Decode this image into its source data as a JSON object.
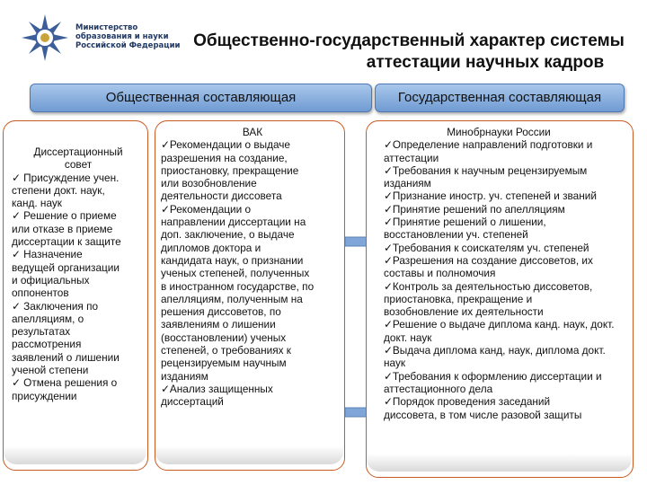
{
  "ministry": {
    "logo_lines": [
      "Министерство",
      "образования и науки",
      "Российской Федерации"
    ]
  },
  "title": {
    "line1": "Общественно-государственный характер системы",
    "line2": "аттестации научных кадров"
  },
  "headers": {
    "left": "Общественная составляющая",
    "right": "Государственная составляющая"
  },
  "panels": {
    "council": {
      "title_lines": [
        "Диссертационный",
        "совет"
      ],
      "lines": [
        "✓  Присуждение учен.",
        "степени докт. наук,",
        "канд. наук",
        "✓  Решение о приеме",
        "или отказе в приеме",
        "диссертации к защите",
        "✓  Назначение",
        "ведущей организации",
        "и официальных",
        "оппонентов",
        "✓  Заключения по",
        "апелляциям, о",
        "результатах",
        "рассмотрения",
        "заявлений о лишении",
        "ученой степени",
        "✓  Отмена решения о",
        "присуждении"
      ]
    },
    "vak": {
      "title": "ВАК",
      "lines": [
        "✓Рекомендации о выдаче",
        "разрешения на создание,",
        "приостановку, прекращение",
        "или возобновление",
        "деятельности диссовета",
        "✓Рекомендации о",
        "направлении диссертации на",
        "доп. заключение, о выдаче",
        "дипломов доктора и",
        "кандидата наук, о признании",
        "ученых степеней, полученных",
        "в иностранном государстве, по",
        "апелляциям, полученным на",
        "решения диссоветов, по",
        "заявлениям о лишении",
        "(восстановлении) ученых",
        "степеней, о требованиях к",
        "рецензируемым научным",
        "изданиям",
        "✓Анализ защищенных",
        "диссертаций"
      ]
    },
    "ministry": {
      "title": "Минобрнауки России",
      "lines": [
        "✓Определение направлений подготовки и",
        "аттестации",
        "✓Требования к научным рецензируемым",
        "изданиям",
        "✓Признание иностр. уч. степеней и званий",
        "✓Принятие решений по апелляциям",
        "✓Принятие решений о лишении,",
        "восстановлении уч. степеней",
        "✓Требования к соискателям уч. степеней",
        "✓Разрешения на создание диссоветов, их",
        "составы и полномочия",
        "✓Контроль за деятельностью диссоветов,",
        "приостановка, прекращение и",
        "возобновление их деятельности",
        "✓Решение о выдаче диплома канд. наук, докт.",
        "докт. наук",
        "✓Выдача диплома канд, наук, диплома докт.",
        "наук",
        "✓Требования к оформлению диссертации и",
        "аттестационного дела",
        "✓Порядок проведения заседаний",
        "диссовета, в том числе разовой защиты"
      ]
    }
  },
  "colors": {
    "panel_border": "#c95a22",
    "header_fill": "#8fb3e0",
    "arrow_fill": "#7fa6d6"
  }
}
